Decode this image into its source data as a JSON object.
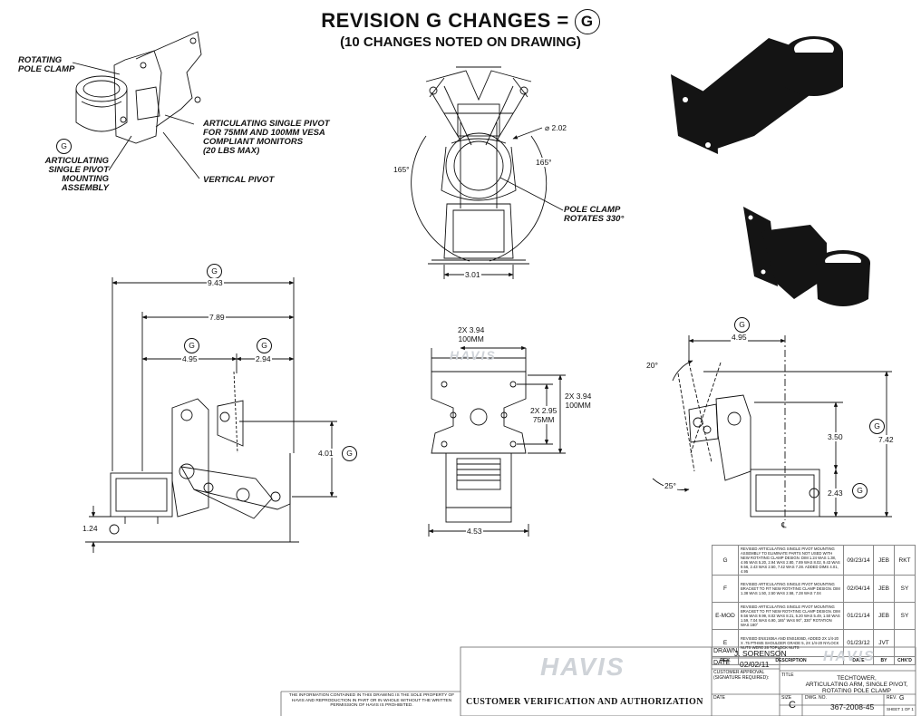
{
  "title": {
    "line1": "REVISION G CHANGES =",
    "line1_mark": "G",
    "line2": "(10 CHANGES NOTED ON DRAWING)"
  },
  "iso_labels": {
    "rotating_pole_clamp": "ROTATING\nPOLE CLAMP",
    "articulating_pivot": "ARTICULATING SINGLE PIVOT\nFOR 75MM AND 100MM VESA\nCOMPLIANT MONITORS\n(20 LBS MAX)",
    "mounting_assembly": "ARTICULATING\nSINGLE PIVOT\nMOUNTING\nASSEMBLY",
    "vertical_pivot": "VERTICAL PIVOT",
    "rev_mark": "G"
  },
  "top_view": {
    "dia": "⌀ 2.02",
    "angle_left": "165°",
    "angle_right": "165°",
    "width": "3.01",
    "note": "POLE CLAMP\nROTATES 330°"
  },
  "side_view": {
    "overall": "9.43",
    "reach": "7.89",
    "left": "4.95",
    "right": "2.94",
    "height": "4.01",
    "base": "1.24",
    "rev_mark": "G"
  },
  "front_view": {
    "vesa_top": "2X 3.94\n100MM",
    "vesa_small": "2X 2.95\n75MM",
    "vesa_right": "2X 3.94\n100MM",
    "width": "4.53",
    "logo": "HAVIS"
  },
  "right_view": {
    "width": "4.95",
    "tilt_top": "20°",
    "tilt_bottom": "25°",
    "h1": "3.50",
    "h2": "7.42",
    "h3": "2.43",
    "centerline": "℄",
    "rev_mark": "G"
  },
  "revisions": {
    "headers": [
      "REV.",
      "DESCRIPTION",
      "DATE",
      "BY",
      "CHK'D"
    ],
    "rows": [
      {
        "rev": "G",
        "desc": "REVISED ARTICULATING SINGLE PIVOT MOUNTING ASSEMBLY TO ELIMINATE PARTS NOT USED WITH NEW ROTATING CLAMP DESIGN. DIM 1.24 WAS 1.38, 4.95 WAS 5.20, 2.94 WAS 2.80, 7.89 WAS 8.02, 9.43 WAS 9.56, 2.43 WAS 2.50, 7.42 WAS 7.28. ADDED DIMS 4.01, 4.95",
        "date": "09/23/14",
        "by": "JEB",
        "chk": "RKT"
      },
      {
        "rev": "F",
        "desc": "REVISED ARTICULATING SINGLE PIVOT MOUNTING BRACKET TO FIT NEW ROTATING CLAMP DESIGN. DIM 1.38 WAS 1.50, 2.50 WAS 2.58, 7.28 WAS 7.04",
        "date": "02/04/14",
        "by": "JEB",
        "chk": "SY"
      },
      {
        "rev": "E-MOD",
        "desc": "REVISED ARTICULATING SINGLE PIVOT MOUNTING BRACKET TO FIT NEW ROTATING CLAMP DESIGN. DIM 9.56 WAS 9.99, 8.02 WAS 8.21, 5.20 WAS 5.49, 1.50 WAS 1.59, 7.04 WAS 6.90, 165° WAS 90°, 330° ROTATION WAS 180°",
        "date": "01/21/14",
        "by": "JEB",
        "chk": "SY"
      },
      {
        "rev": "E",
        "desc": "REVISED ENS1936A AND ENS1936D, ADDED 2X 1/4-20 X .75 PTHMS SHOULDER GRADE 5, 2X 1/4-20 NYLOCK NUTS WERE 28 TOPLOCK NUTS",
        "date": "01/23/12",
        "by": "JVT",
        "chk": ""
      }
    ]
  },
  "title_block": {
    "drawn_label": "DRAWN",
    "drawn": "J. SORENSON",
    "date_label": "DATE",
    "date": "02/02/11",
    "approval_label": "CUSTOMER APPROVAL\n(SIGNATURE REQUIRED):",
    "title_label": "TITLE",
    "title": "TECHTOWER,\nARTICULATING ARM, SINGLE PIVOT,\nROTATING POLE CLAMP",
    "size_label": "SIZE",
    "size": "C",
    "dwg_label": "DWG. NO.",
    "dwg": "367-2008-45",
    "rev_label": "REV.",
    "rev": "G",
    "sheet": "SHEET 1 OF 1",
    "date2_label": "DATE",
    "customer_verification": "CUSTOMER VERIFICATION AND AUTHORIZATION",
    "notice": "THE INFORMATION CONTAINED IN THIS DRAWING IS THE SOLE PROPERTY OF HAVIS AND REPRODUCTION IN PART OR IN WHOLE WITHOUT THE WRITTEN PERMISSION OF HAVIS IS PROHIBITED.",
    "logo": "HAVIS"
  }
}
